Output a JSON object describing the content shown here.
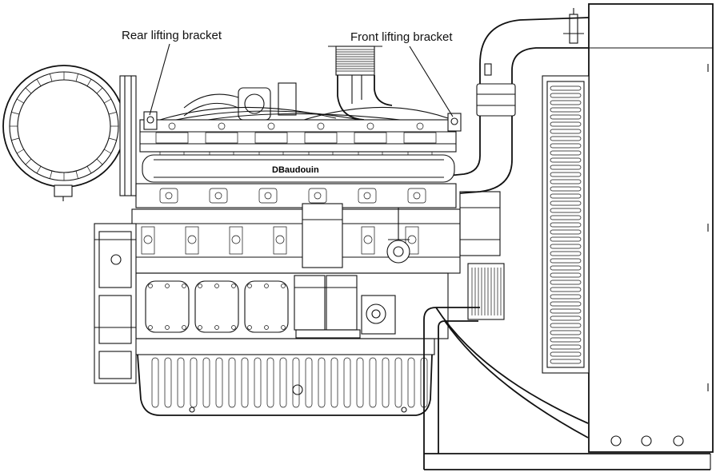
{
  "labels": {
    "rear_lifting_bracket": "Rear lifting bracket",
    "front_lifting_bracket": "Front lifting bracket"
  },
  "brand": {
    "name": "DBaudouin"
  },
  "colors": {
    "line": "#111111",
    "background": "#ffffff"
  }
}
